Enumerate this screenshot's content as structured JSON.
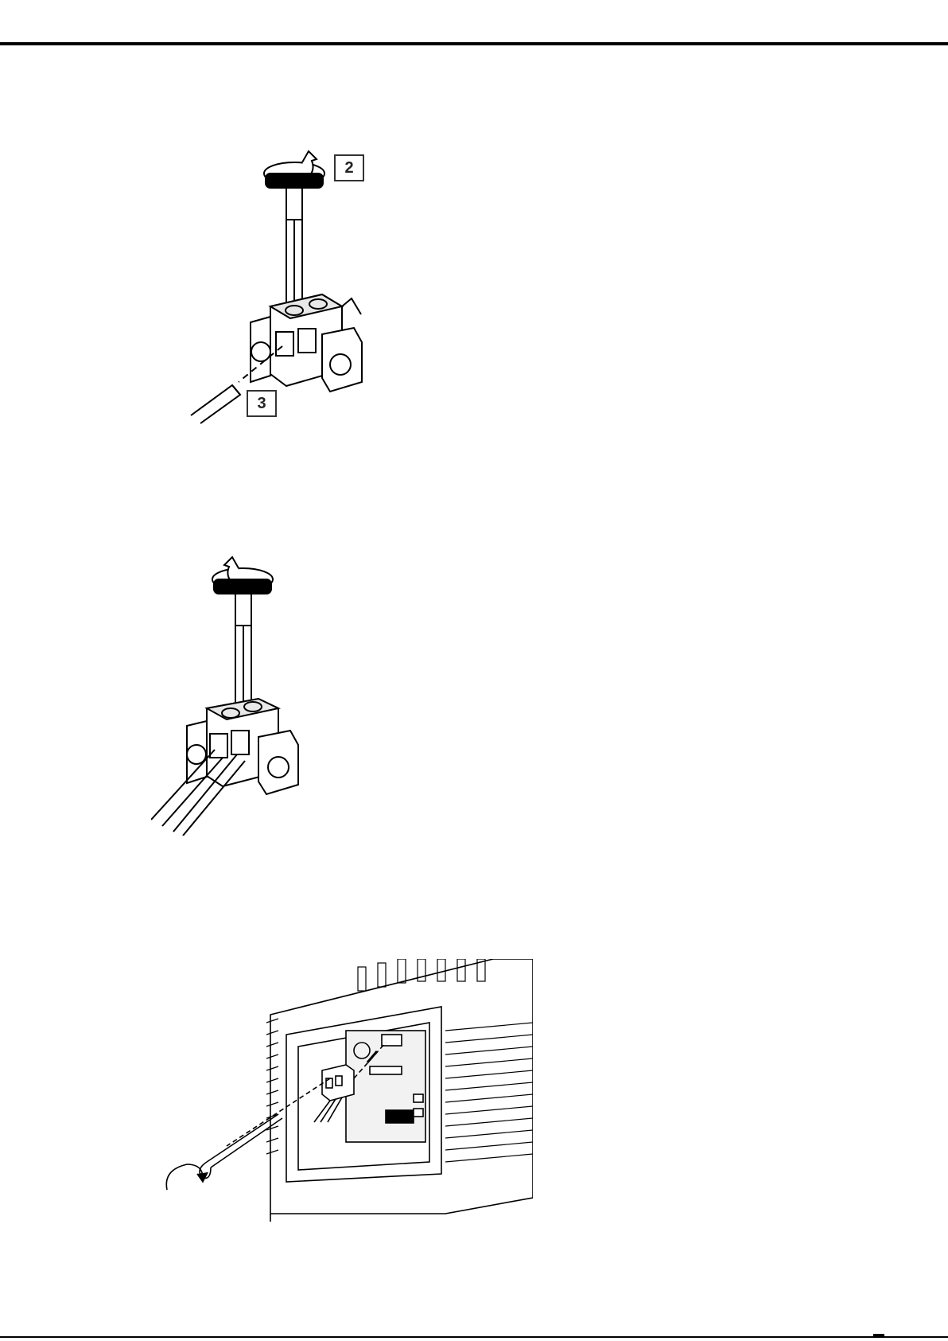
{
  "document": {
    "figures": [
      {
        "id": "fig1",
        "callouts": [
          "2",
          "3"
        ]
      },
      {
        "id": "fig2",
        "callouts": []
      },
      {
        "id": "fig3",
        "callouts": []
      }
    ]
  },
  "colors": {
    "ink": "#000000",
    "paper": "#ffffff",
    "shade": "#e0e0e0"
  }
}
